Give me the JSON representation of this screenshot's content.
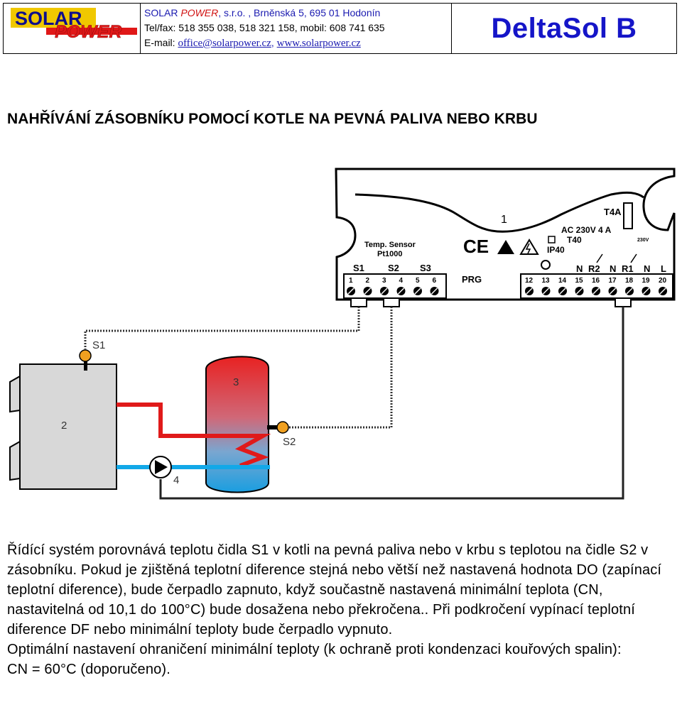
{
  "header": {
    "logo_top": "SOLAR",
    "logo_bottom": "POWER",
    "company_prefix": "SOLAR ",
    "company_power": "POWER",
    "company_suffix": ", s.r.o. , Brněnská 5, 695 01 Hodonín",
    "phone": "Tel/fax: 518 355 038, 518 321 158, mobil: 608 741 635",
    "email_label": "E-mail: ",
    "email": "office@solarpower.cz",
    "separator": ", ",
    "website": "www.solarpower.cz",
    "product": "DeltaSol B"
  },
  "heading": "NAHŘÍVÁNÍ ZÁSOBNÍKU POMOCÍ KOTLE NA PEVNÁ PALIVA NEBO KRBU",
  "diagram": {
    "controller_number": "1",
    "boiler_number": "2",
    "tank_number": "3",
    "pump_number": "4",
    "sensor_s1": "S1",
    "sensor_s2": "S2",
    "fuse": "T4A",
    "power_spec": "AC 230V 4 A",
    "t40": "T40",
    "ip40": "IP40",
    "sensor_type_1": "Temp. Sensor",
    "sensor_type_2": "Pt1000",
    "relay_spec": "230V",
    "group_s1": "S1",
    "group_s2": "S2",
    "group_s3": "S3",
    "prg": "PRG",
    "ce": "CE",
    "terminal_labels_left": [
      "1",
      "2",
      "3",
      "4",
      "5",
      "6"
    ],
    "terminal_labels_right": [
      "12",
      "13",
      "14",
      "15",
      "16",
      "17",
      "18",
      "19",
      "20"
    ],
    "relay_labels": [
      "N",
      "R2",
      "N",
      "R1",
      "N",
      "L"
    ]
  },
  "body_text": {
    "p1": "Řídící systém porovnává teplotu čidla S1 v kotli na pevná paliva nebo v krbu s teplotou na čidle S2 v zásobníku. Pokud je zjištěná teplotní diference stejná nebo větší než nastavená hodnota DO (zapínací teplotní diference), bude čerpadlo zapnuto, když součastně nastavená minimální teplota (CN, nastavitelná od 10,1 do 100°C) bude dosažena nebo překročena.. Při podkročení vypínací teplotní diference DF nebo minimální teploty bude čerpadlo vypnuto.",
    "p2": "Optimální nastavení ohraničení minimální teploty (k ochraně proti kondenzaci kouřových spalin):",
    "p3": "CN = 60°C (doporučeno)."
  },
  "colors": {
    "product_blue": "#1515c8",
    "logo_yellow": "#f0c800",
    "logo_red": "#e01818",
    "hot_pipe": "#e01a1a",
    "cold_pipe": "#12a8e8",
    "sensor_orange": "#f0a020",
    "boiler_fill": "#d8d8d8"
  }
}
